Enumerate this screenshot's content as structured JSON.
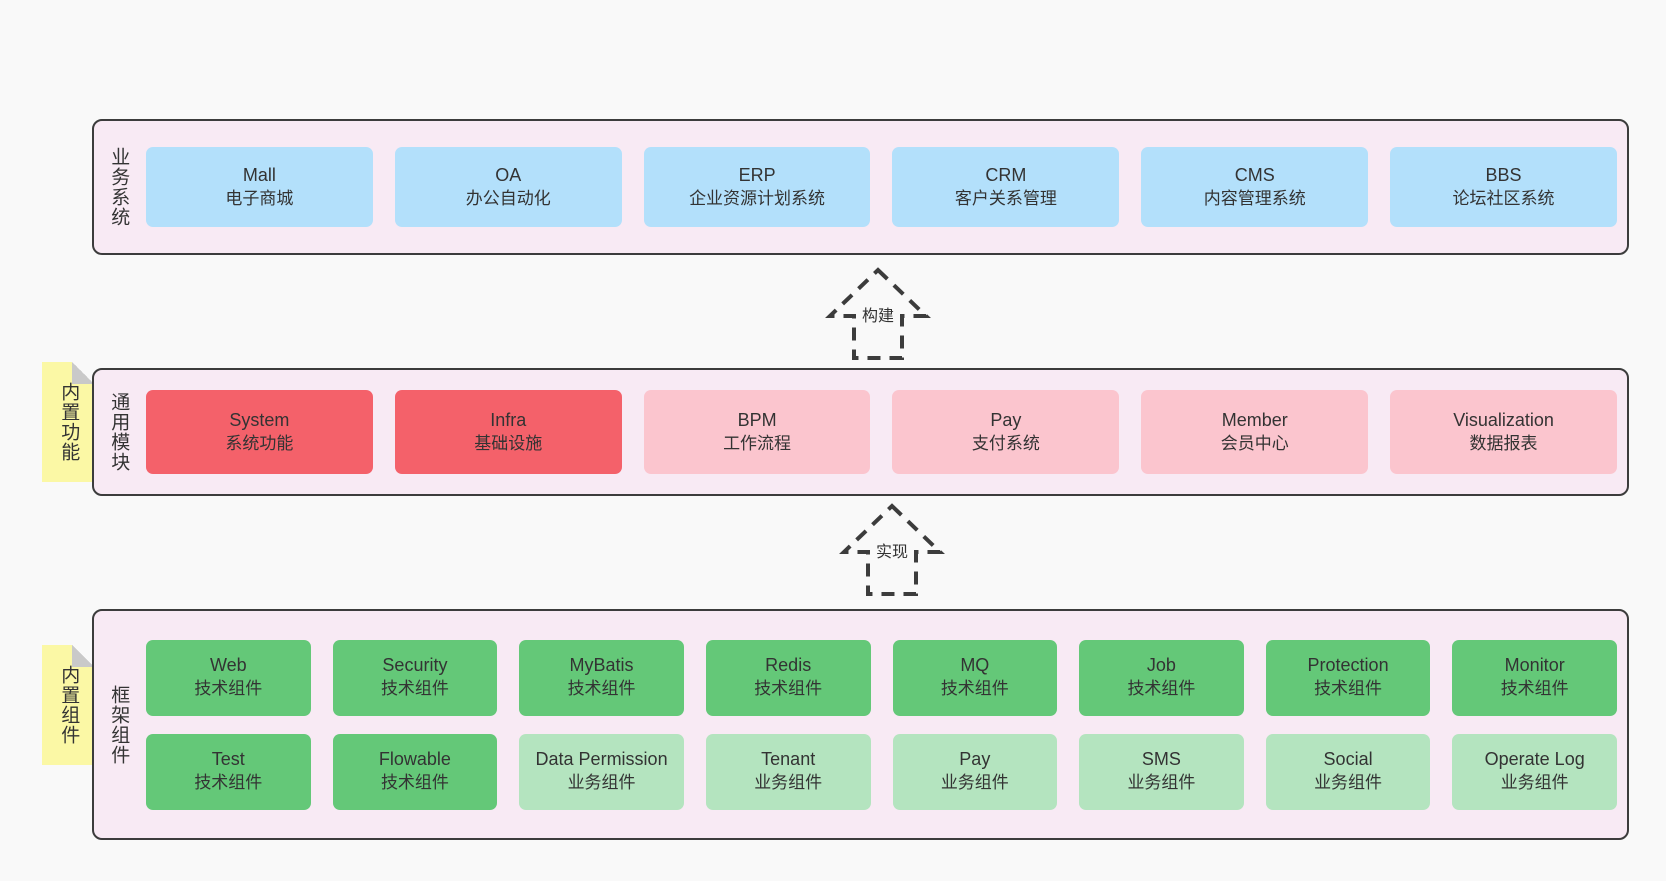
{
  "theme": {
    "page_background": "#f9f9f9",
    "panel_background": "#f8eaf4",
    "panel_border": "#3c3c3c",
    "business_card": "#b3e0fb",
    "module_card_strong": "#f4616a",
    "module_card_soft": "#fbc5ce",
    "component_card_strong": "#64c878",
    "component_card_soft": "#b4e4bf",
    "note_background": "#fbf8a5",
    "text": "#333333"
  },
  "layers": {
    "business": {
      "title": "业务系统",
      "cards": [
        {
          "en": "Mall",
          "cn": "电子商城"
        },
        {
          "en": "OA",
          "cn": "办公自动化"
        },
        {
          "en": "ERP",
          "cn": "企业资源计划系统"
        },
        {
          "en": "CRM",
          "cn": "客户关系管理"
        },
        {
          "en": "CMS",
          "cn": "内容管理系统"
        },
        {
          "en": "BBS",
          "cn": "论坛社区系统"
        }
      ]
    },
    "modules": {
      "title": "通用模块",
      "note": "内置功能",
      "cards": [
        {
          "en": "System",
          "cn": "系统功能",
          "variant": "strong"
        },
        {
          "en": "Infra",
          "cn": "基础设施",
          "variant": "strong"
        },
        {
          "en": "BPM",
          "cn": "工作流程",
          "variant": "soft"
        },
        {
          "en": "Pay",
          "cn": "支付系统",
          "variant": "soft"
        },
        {
          "en": "Member",
          "cn": "会员中心",
          "variant": "soft"
        },
        {
          "en": "Visualization",
          "cn": "数据报表",
          "variant": "soft"
        }
      ]
    },
    "framework": {
      "title": "框架组件",
      "note": "内置组件",
      "row1": [
        {
          "en": "Web",
          "cn": "技术组件",
          "variant": "strong"
        },
        {
          "en": "Security",
          "cn": "技术组件",
          "variant": "strong"
        },
        {
          "en": "MyBatis",
          "cn": "技术组件",
          "variant": "strong"
        },
        {
          "en": "Redis",
          "cn": "技术组件",
          "variant": "strong"
        },
        {
          "en": "MQ",
          "cn": "技术组件",
          "variant": "strong"
        },
        {
          "en": "Job",
          "cn": "技术组件",
          "variant": "strong"
        },
        {
          "en": "Protection",
          "cn": "技术组件",
          "variant": "strong"
        },
        {
          "en": "Monitor",
          "cn": "技术组件",
          "variant": "strong"
        }
      ],
      "row2": [
        {
          "en": "Test",
          "cn": "技术组件",
          "variant": "strong"
        },
        {
          "en": "Flowable",
          "cn": "技术组件",
          "variant": "strong"
        },
        {
          "en": "Data Permission",
          "cn": "业务组件",
          "variant": "soft"
        },
        {
          "en": "Tenant",
          "cn": "业务组件",
          "variant": "soft"
        },
        {
          "en": "Pay",
          "cn": "业务组件",
          "variant": "soft"
        },
        {
          "en": "SMS",
          "cn": "业务组件",
          "variant": "soft"
        },
        {
          "en": "Social",
          "cn": "业务组件",
          "variant": "soft"
        },
        {
          "en": "Operate Log",
          "cn": "业务组件",
          "variant": "soft"
        }
      ]
    }
  },
  "connectors": [
    {
      "label": "构建",
      "from": "通用模块",
      "to": "业务系统"
    },
    {
      "label": "实现",
      "from": "框架组件",
      "to": "通用模块"
    }
  ]
}
